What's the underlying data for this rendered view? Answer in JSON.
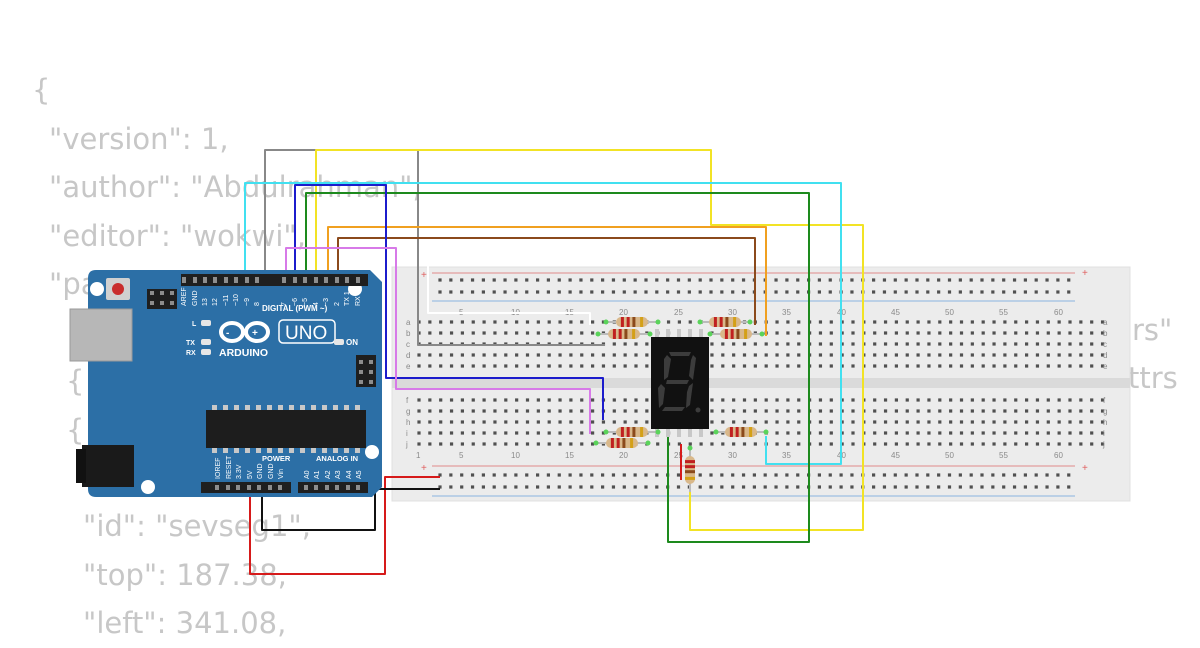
{
  "code": {
    "lines": [
      "{",
      "\"version\": 1,",
      "\"author\": \"Abdulrahman\",",
      "\"editor\": \"wokwi\",",
      "\"parts\": [",
      "{",
      "{",
      "{",
      "\"id\": \"sevseg1\",",
      "\"top\": 187.38,",
      "\"left\": 341.08,"
    ],
    "right_fragment_1": "rs\"",
    "right_fragment_2": "ttrs"
  },
  "arduino": {
    "brand": "ARDUINO",
    "model": "UNO",
    "digital_header": "DIGITAL (PWM ~)",
    "power_label": "POWER",
    "analog_label": "ANALOG IN",
    "on_label": "ON",
    "tx_label": "TX",
    "rx_label": "RX",
    "l_label": "L",
    "top_pins": [
      "AREF",
      "GND",
      "13",
      "12",
      "~11",
      "~10",
      "~9",
      "8",
      "7",
      "~6",
      "~5",
      "4",
      "~3",
      "2",
      "TX 1",
      "RX 0"
    ],
    "power_pins": [
      "IOREF",
      "RESET",
      "3.3V",
      "5V",
      "GND",
      "GND",
      "Vin"
    ],
    "analog_pins": [
      "A0",
      "A1",
      "A2",
      "A3",
      "A4",
      "A5"
    ]
  },
  "breadboard": {
    "row_letters_top": [
      "a",
      "b",
      "c",
      "d",
      "e"
    ],
    "row_letters_bottom": [
      "f",
      "g",
      "h",
      "i",
      "j"
    ],
    "column_numbers": [
      "1",
      "5",
      "10",
      "15",
      "20",
      "25",
      "30",
      "35",
      "40",
      "45",
      "50",
      "55",
      "60"
    ],
    "rail_plus": "+",
    "rail_minus": "-"
  },
  "colors": {
    "arduino_board": "#2c6fa6",
    "wire_gray": "#888888",
    "wire_yellow": "#f2e325",
    "wire_cyan": "#41e0f0",
    "wire_green": "#1d8a1d",
    "wire_orange": "#f0a020",
    "wire_brown": "#8b4a1c",
    "wire_blue": "#1c1ccc",
    "wire_violet": "#d77ae8",
    "wire_red": "#d61a1a",
    "wire_black": "#111111"
  }
}
